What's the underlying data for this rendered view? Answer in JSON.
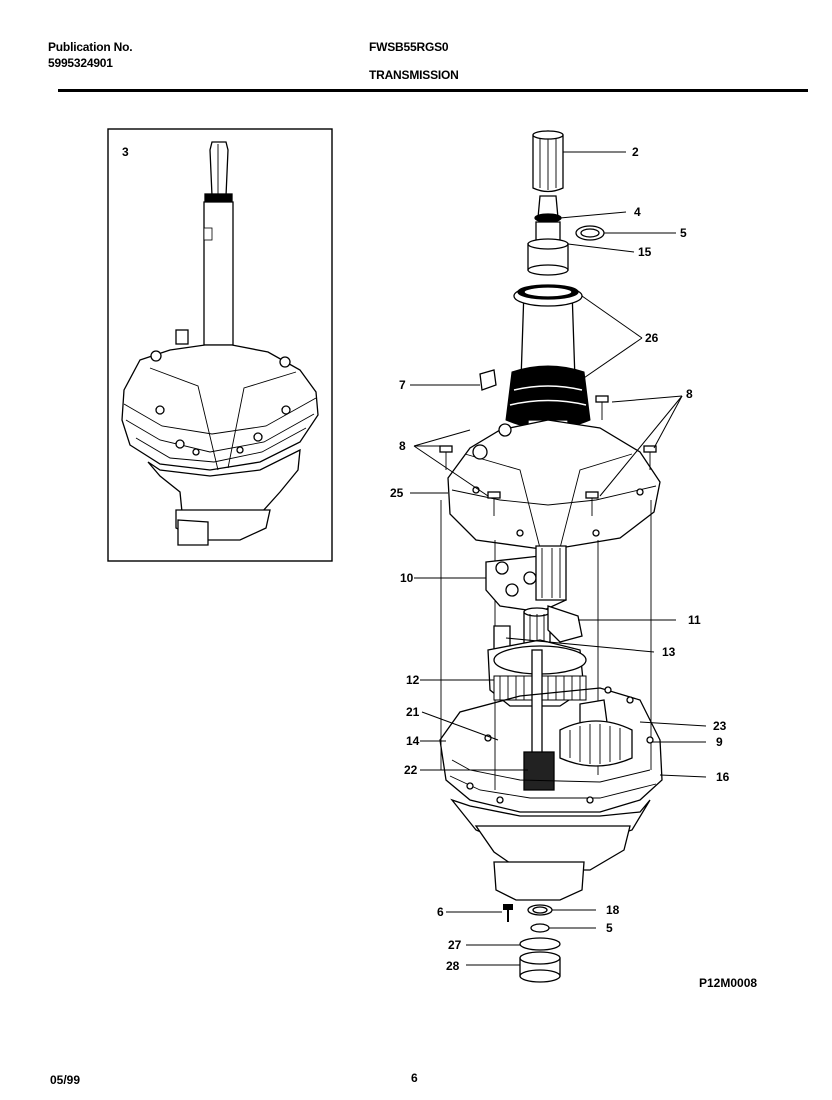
{
  "header": {
    "publication_label": "Publication No.",
    "publication_number": "5995324901",
    "model": "FWSB55RGS0",
    "section": "TRANSMISSION"
  },
  "inset": {
    "label": "3"
  },
  "callouts": [
    {
      "id": "c2",
      "text": "2"
    },
    {
      "id": "c4",
      "text": "4"
    },
    {
      "id": "c5a",
      "text": "5"
    },
    {
      "id": "c15",
      "text": "15"
    },
    {
      "id": "c26a",
      "text": "26"
    },
    {
      "id": "c7",
      "text": "7"
    },
    {
      "id": "c8a",
      "text": "8"
    },
    {
      "id": "c8b",
      "text": "8"
    },
    {
      "id": "c25",
      "text": "25"
    },
    {
      "id": "c10",
      "text": "10"
    },
    {
      "id": "c11",
      "text": "11"
    },
    {
      "id": "c13",
      "text": "13"
    },
    {
      "id": "c12",
      "text": "12"
    },
    {
      "id": "c21",
      "text": "21"
    },
    {
      "id": "c23",
      "text": "23"
    },
    {
      "id": "c14",
      "text": "14"
    },
    {
      "id": "c9",
      "text": "9"
    },
    {
      "id": "c22",
      "text": "22"
    },
    {
      "id": "c16",
      "text": "16"
    },
    {
      "id": "c6",
      "text": "6"
    },
    {
      "id": "c18",
      "text": "18"
    },
    {
      "id": "c5b",
      "text": "5"
    },
    {
      "id": "c27",
      "text": "27"
    },
    {
      "id": "c28",
      "text": "28"
    }
  ],
  "diagram_code": "P12M0008",
  "footer": {
    "date": "05/99",
    "page": "6"
  }
}
